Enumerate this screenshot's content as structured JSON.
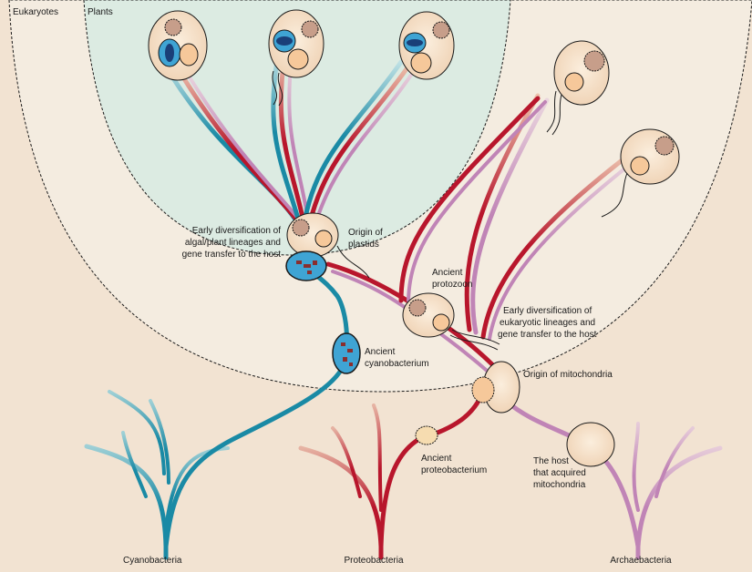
{
  "regions": {
    "eukaryotes": "Eukaryotes",
    "plants": "Plants"
  },
  "labels": {
    "early_algal": [
      "Early diversification of",
      "algal/plant lineages and",
      "gene transfer to the host"
    ],
    "origin_plastids": [
      "Origin of",
      "plastids"
    ],
    "ancient_protozoon": [
      "Ancient",
      "protozoon"
    ],
    "early_eukaryotic": [
      "Early diversification of",
      "eukaryotic lineages and",
      "gene transfer to the host"
    ],
    "ancient_cyanobacterium": [
      "Ancient",
      "cyanobacterium"
    ],
    "origin_mitochondria": "Origin of mitochondria",
    "ancient_proteobacterium": [
      "Ancient",
      "proteobacterium"
    ],
    "host": [
      "The host",
      "that acquired",
      "mitochondria"
    ]
  },
  "groups": {
    "cyanobacteria": "Cyanobacteria",
    "proteobacteria": "Proteobacteria",
    "archaebacteria": "Archaebacteria"
  },
  "colors": {
    "background": "#f2e3d2",
    "eukaryote_region": "#f4ece0",
    "plant_region": "#dcebe2",
    "cyanobacteria": "#1a8aa5",
    "proteobacteria": "#b8162c",
    "archaebacteria": "#c084b6",
    "cell_fill": "#f4dcc2",
    "chloroplast_fill": "#3fa4d4"
  }
}
